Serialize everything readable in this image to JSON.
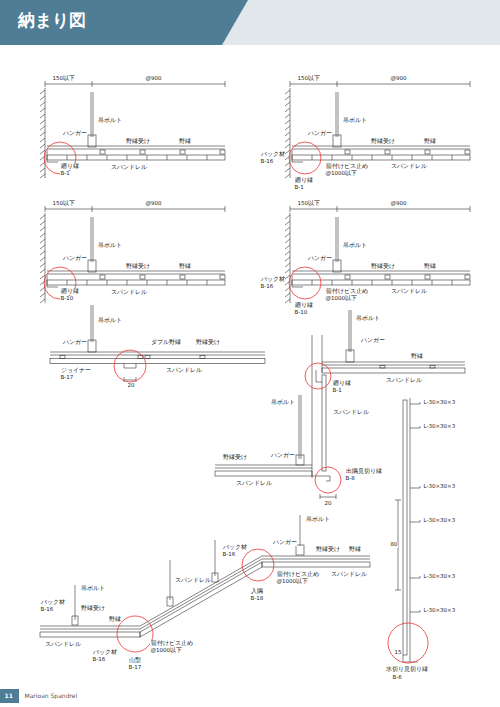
{
  "diagram": {
    "title": "納まり図",
    "labels": [
      "150以下",
      "@900",
      "吊ボルト",
      "ハンガー",
      "野縁受け",
      "野縁",
      "廻り縁",
      "B-1",
      "スパンドレル",
      "150以下",
      "@900",
      "吊ボルト",
      "ハンガー",
      "野縁受け",
      "野縁",
      "バック材",
      "B-16",
      "留付けビス止め",
      "@1000以下",
      "廻り縁",
      "B-1",
      "スパンドレル",
      "150以下",
      "@900",
      "吊ボルト",
      "ハンガー",
      "野縁受け",
      "野縁",
      "廻り縁",
      "B-10",
      "スパンドレル",
      "150以下",
      "@900",
      "吊ボルト",
      "ハンガー",
      "野縁受け",
      "野縁",
      "バック材",
      "B-16",
      "留付けビス止め",
      "@1000以下",
      "廻り縁",
      "B-10",
      "スパンドレル",
      "吊ボルト",
      "ハンガー",
      "ダブル野縁",
      "野縁受け",
      "ジョイナー",
      "B-17",
      "スパンドレル",
      "20",
      "吊ボルト",
      "ハンガー",
      "野縁",
      "廻り縁",
      "B-1",
      "スパンドレル",
      "吊ボルト",
      "スパンドレル",
      "野縁受け",
      "ハンガー",
      "スパンドレル",
      "出隅見切り縁",
      "B-8",
      "20",
      "L-30×30×3",
      "L-30×30×3",
      "L-30×30×3",
      "L-30×30×3",
      "L-30×30×3",
      "L-30×30×3",
      "80",
      "水切り見切り縁",
      "B-6",
      "15",
      "吊ボルト",
      "野縁受け",
      "バック材",
      "B-16",
      "野縁",
      "スパンドレル",
      "バック材",
      "B-16",
      "留付けビス止め",
      "@1000以下",
      "山型",
      "B-17",
      "スパンドレル",
      "ハンガー",
      "吊ボルト",
      "野縁受け",
      "野縁",
      "バック材",
      "B-16",
      "留付けビス止め",
      "@1000以下",
      "入隅",
      "B-18",
      "スパンドレル",
      "11",
      "Marioan Spandrel"
    ]
  }
}
